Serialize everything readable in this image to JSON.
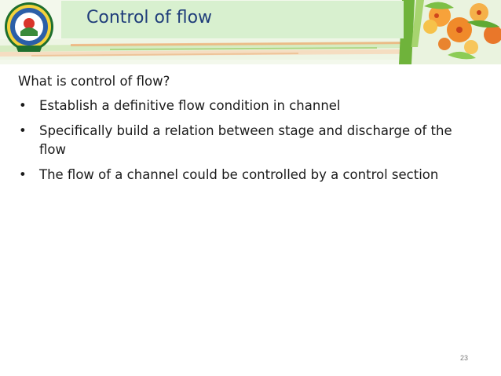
{
  "slide": {
    "title": "Control of flow",
    "intro": "What is control of flow?",
    "bullets": [
      {
        "symbol": "•",
        "text": "Establish a definitive flow condition in channel"
      },
      {
        "symbol": "•",
        "text": "Specifically build a relation between stage and discharge of the flow"
      },
      {
        "symbol": "•",
        "text": "The flow of a channel could be controlled by a control section"
      }
    ],
    "page_number": "23"
  },
  "colors": {
    "title_text": "#1f3d7a",
    "title_box": "#d8f0cf",
    "header_green": "#8cc63f",
    "header_orange": "#f39c34"
  },
  "icons": {
    "logo": "university-seal-logo",
    "header_art": "floral-leaf-decoration"
  }
}
